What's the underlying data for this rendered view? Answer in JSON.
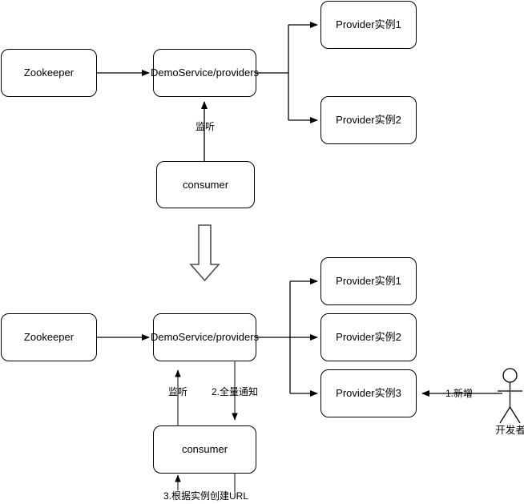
{
  "diagram": {
    "title": "Dubbo Zookeeper provider registry notification flow",
    "colors": {
      "stroke_black": "#000000",
      "stroke_gray": "#808080",
      "fill_white": "#ffffff",
      "text": "#000000"
    },
    "top_section": {
      "nodes": [
        {
          "id": "zookeeper-top",
          "label": "Zookeeper"
        },
        {
          "id": "demoservice-top",
          "label": "DemoService/providers"
        },
        {
          "id": "provider1-top",
          "label": "Provider实例1"
        },
        {
          "id": "provider2-top",
          "label": "Provider实例2"
        },
        {
          "id": "consumer-top",
          "label": "consumer"
        }
      ],
      "edge_labels": [
        {
          "id": "listen-top",
          "label": "监听"
        }
      ]
    },
    "transition": {
      "id": "down-arrow",
      "label": ""
    },
    "bottom_section": {
      "nodes": [
        {
          "id": "zookeeper-bottom",
          "label": "Zookeeper"
        },
        {
          "id": "demoservice-bottom",
          "label": "DemoService/providers"
        },
        {
          "id": "provider1-bottom",
          "label": "Provider实例1"
        },
        {
          "id": "provider2-bottom",
          "label": "Provider实例2"
        },
        {
          "id": "provider3-bottom",
          "label": "Provider实例3"
        },
        {
          "id": "consumer-bottom",
          "label": "consumer"
        }
      ],
      "edge_labels": [
        {
          "id": "listen-bottom",
          "label": "监听"
        },
        {
          "id": "full-notify",
          "label": "2.全量通知"
        },
        {
          "id": "create-url",
          "label": "3.根据实例创建URL"
        },
        {
          "id": "add-instance",
          "label": "1.新增"
        }
      ],
      "actor": {
        "id": "developer",
        "label": "开发者"
      }
    }
  }
}
